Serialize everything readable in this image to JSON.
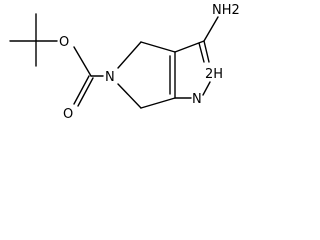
{
  "molecule": {
    "atoms": {
      "amino": "NH2",
      "ring_nh": "2H",
      "pyrazole_n": "N",
      "pyrroline_n": "N",
      "ester_o": "O",
      "carbonyl_o": "O"
    }
  },
  "colors": {
    "bond": "#000000",
    "label": "#000000",
    "background": "#ffffff"
  }
}
